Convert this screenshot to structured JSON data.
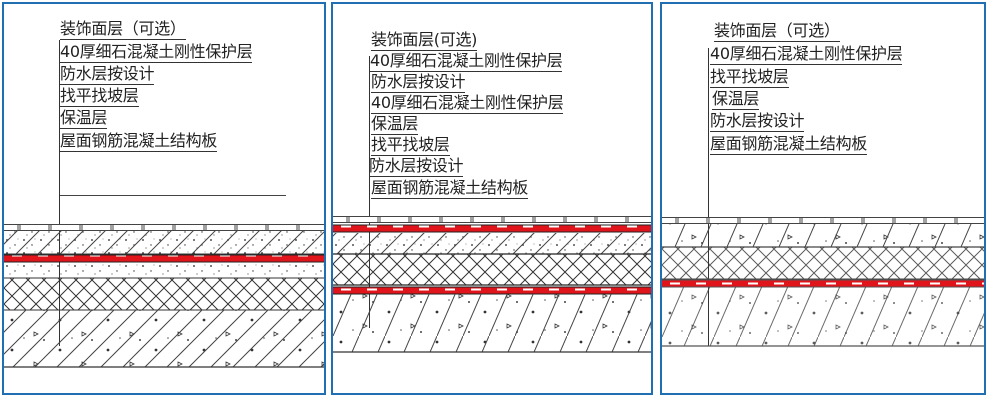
{
  "figure": {
    "panels": [
      {
        "id": "panel-1",
        "labels": [
          "装饰面层（可选）",
          "40厚细石混凝土刚性保护层",
          "防水层按设计",
          "找平找坡层",
          "保温层",
          "屋面钢筋混凝土结构板"
        ],
        "layers_top_to_bottom": [
          "tile",
          "fine-concrete",
          "waterproof",
          "screed",
          "insulation",
          "structure"
        ]
      },
      {
        "id": "panel-2",
        "labels": [
          "装饰面层(可选)",
          "40厚细石混凝土刚性保护层",
          "防水层按设计",
          "40厚细石混凝土刚性保护层",
          "保温层",
          "找平找坡层",
          "防水层按设计",
          "屋面钢筋混凝土结构板"
        ],
        "layers_top_to_bottom": [
          "tile",
          "waterproof",
          "fine-concrete",
          "insulation",
          "waterproof",
          "structure"
        ]
      },
      {
        "id": "panel-3",
        "labels": [
          "装饰面层（可选）",
          "40厚细石混凝土刚性保护层",
          "找平找坡层",
          "保温层",
          "防水层按设计",
          "屋面钢筋混凝土结构板"
        ],
        "layers_top_to_bottom": [
          "tile",
          "fine-concrete",
          "insulation",
          "waterproof",
          "structure"
        ]
      }
    ],
    "colors": {
      "border": "#1f6fb2",
      "waterproof": "#e0141b",
      "line": "#333333"
    }
  }
}
